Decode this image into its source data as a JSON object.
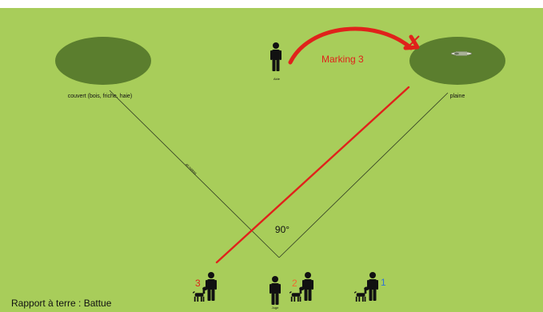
{
  "labels": {
    "cover": "couvert (bois, friche, haie)",
    "plain": "plaine",
    "helper": "Aide",
    "marking": "Marking 3",
    "distance": "40 mètres",
    "angle": "90°",
    "judge": "Juge",
    "handler_3": "3",
    "handler_2": "2",
    "handler_1": "1",
    "footer": "Rapport à terre : Battue"
  },
  "colors": {
    "field": "#a8cd5a",
    "zone": "#5b7e2e",
    "line": "#2f3a22",
    "red": "#e0221b",
    "orange": "#ef6a2f",
    "blue": "#2f73d6",
    "figure": "#111111"
  },
  "icons": {
    "person": "person-icon",
    "dog": "dog-icon",
    "bird": "bird-icon",
    "arrow": "curved-arrow"
  }
}
